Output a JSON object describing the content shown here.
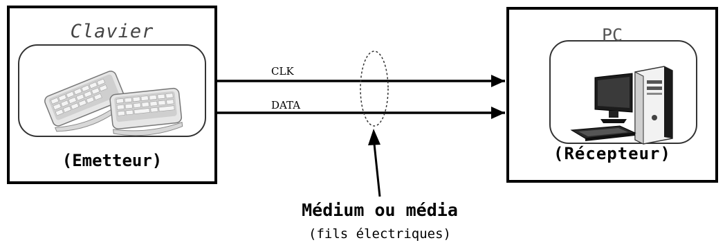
{
  "emitter": {
    "title": "Clavier",
    "role": "(Emetteur)",
    "icon": "keyboard-icon"
  },
  "receiver": {
    "title": "PC",
    "role": "(Récepteur)",
    "icon": "desktop-computer-icon"
  },
  "signals": [
    {
      "label": "CLK"
    },
    {
      "label": "DATA"
    }
  ],
  "medium": {
    "title": "Médium ou média",
    "subtitle": "(fils électriques)"
  }
}
